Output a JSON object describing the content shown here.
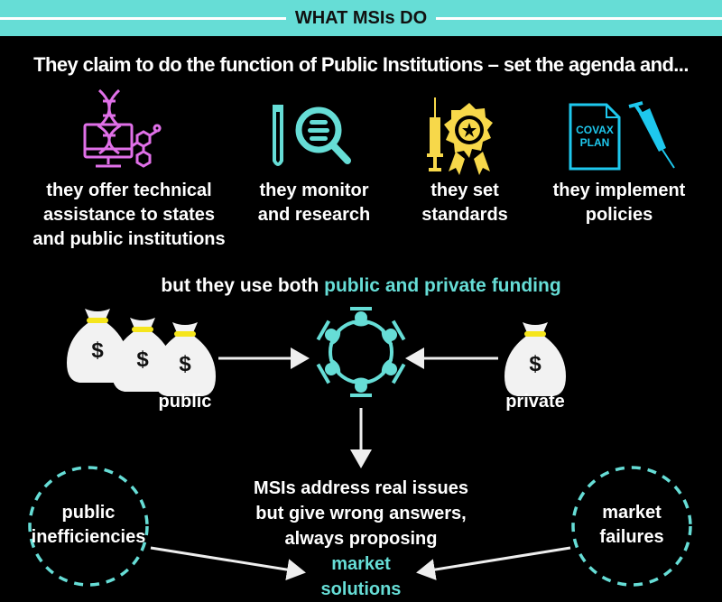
{
  "header": {
    "title": "WHAT MSIs DO"
  },
  "subtitle": "They claim to do the function of Public Institutions – set the agenda and...",
  "functions": [
    {
      "icon": "dna-computer-icon",
      "lines": [
        "they offer technical",
        "assistance to states",
        "and public institutions"
      ]
    },
    {
      "icon": "test-tube-magnifier-icon",
      "lines": [
        "they monitor",
        "and research"
      ]
    },
    {
      "icon": "syringe-award-icon",
      "lines": [
        "they set",
        "standards"
      ]
    },
    {
      "icon": "covax-plan-syringe-icon",
      "lines": [
        "they implement",
        "policies"
      ],
      "doc_text": [
        "COVAX",
        "PLAN"
      ]
    }
  ],
  "funding": {
    "prefix": "but they use both ",
    "highlight": "public and private funding",
    "public_label": "public",
    "private_label": "private",
    "currency_symbol": "$"
  },
  "outcome": {
    "lines": [
      "MSIs address real issues",
      "but give wrong answers,",
      "always proposing"
    ],
    "highlight": [
      "market",
      "solutions"
    ]
  },
  "left_circle": {
    "lines": [
      "public",
      "inefficiencies"
    ]
  },
  "right_circle": {
    "lines": [
      "market",
      "failures"
    ]
  },
  "colors": {
    "teal": "#66ddd6",
    "pink": "#e070e8",
    "yellow": "#f7d84a",
    "cyan": "#1ec8ee"
  }
}
